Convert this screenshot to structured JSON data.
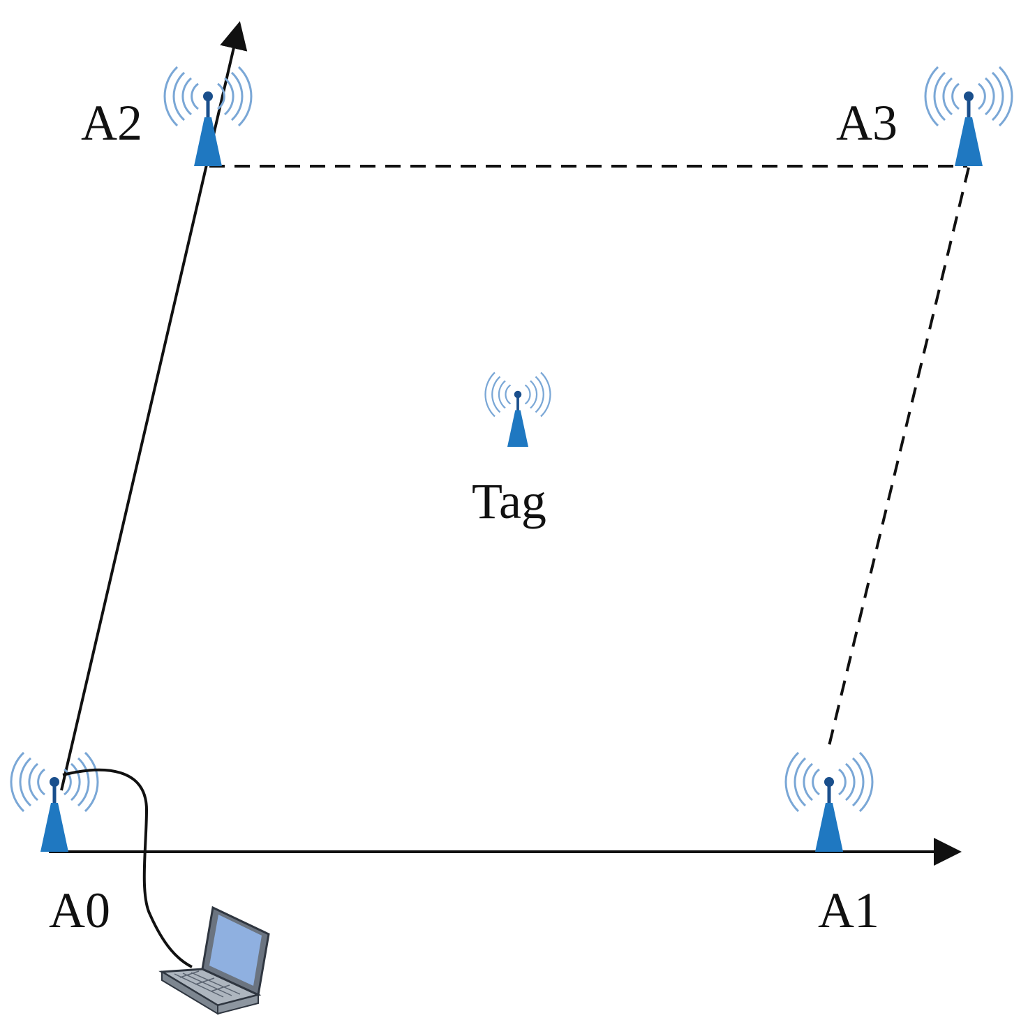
{
  "labels": {
    "a0": "A0",
    "a1": "A1",
    "a2": "A2",
    "a3": "A3",
    "tag": "Tag"
  },
  "colors": {
    "antenna": "#1f78c1",
    "antenna_dark": "#1a4f8c",
    "wave": "#7aa7d6",
    "line": "#111111",
    "laptop_body": "#9aa3ad",
    "laptop_screen": "#5b7fb5"
  },
  "icons": [
    "antenna-icon",
    "laptop-icon",
    "arrow-icon"
  ]
}
